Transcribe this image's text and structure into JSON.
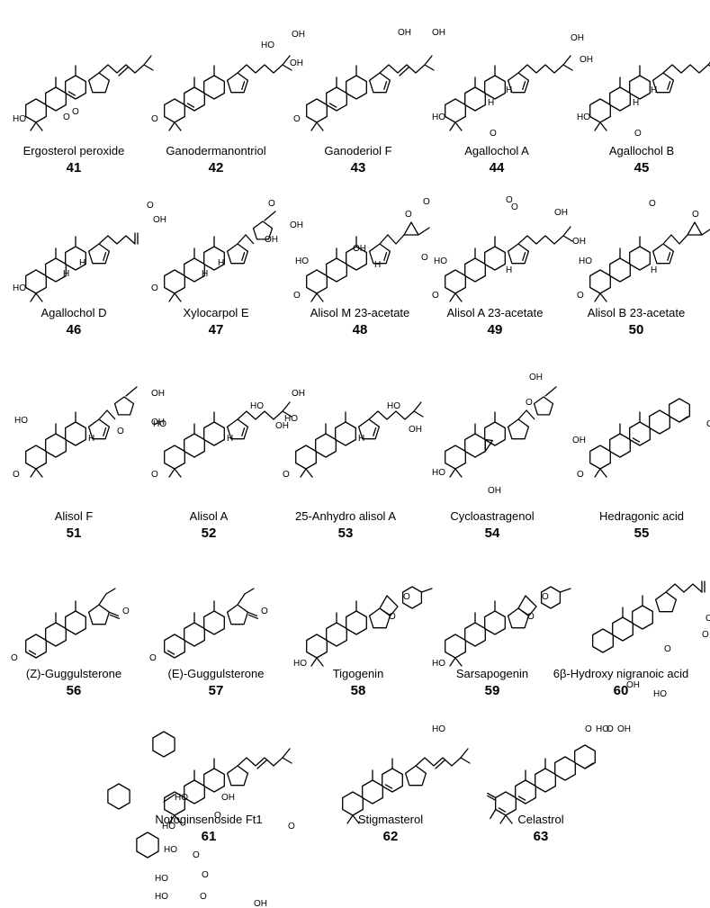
{
  "figure": {
    "compounds": [
      {
        "name": "Ergosterol peroxide",
        "number": "41",
        "substituents": [
          "HO",
          "O",
          "O"
        ]
      },
      {
        "name": "Ganodermanontriol",
        "number": "42",
        "substituents": [
          "O",
          "HO",
          "OH",
          "OH"
        ]
      },
      {
        "name": "Ganoderiol F",
        "number": "43",
        "substituents": [
          "O",
          "OH",
          "OH"
        ]
      },
      {
        "name": "Agallochol A",
        "number": "44",
        "substituents": [
          "HO",
          "O",
          "H",
          "H",
          "OH",
          "OH"
        ]
      },
      {
        "name": "Agallochol B",
        "number": "45",
        "substituents": [
          "HO",
          "O",
          "H",
          "H",
          "OH",
          "OH"
        ]
      },
      {
        "name": "Agallochol D",
        "number": "46",
        "substituents": [
          "HO",
          "H",
          "H",
          "O",
          "OH"
        ]
      },
      {
        "name": "Xylocarpol E",
        "number": "47",
        "substituents": [
          "O",
          "H",
          "H",
          "O",
          "OH",
          "OH"
        ]
      },
      {
        "name": "Alisol M 23-acetate",
        "number": "48",
        "substituents": [
          "O",
          "HO",
          "OH",
          "O",
          "O",
          "O",
          "H"
        ]
      },
      {
        "name": "Alisol A 23-acetate",
        "number": "49",
        "substituents": [
          "O",
          "HO",
          "H",
          "O",
          "O",
          "OH",
          "OH"
        ]
      },
      {
        "name": "Alisol B 23-acetate",
        "number": "50",
        "substituents": [
          "O",
          "HO",
          "H",
          "O",
          "O",
          "O"
        ]
      },
      {
        "name": "Alisol F",
        "number": "51",
        "substituents": [
          "O",
          "HO",
          "H",
          "O",
          "OH",
          "OH"
        ]
      },
      {
        "name": "Alisol A",
        "number": "52",
        "substituents": [
          "O",
          "HO",
          "H",
          "HO",
          "OH",
          "OH"
        ]
      },
      {
        "name": "25-Anhydro alisol A",
        "number": "53",
        "substituents": [
          "O",
          "HO",
          "H",
          "HO",
          "OH"
        ]
      },
      {
        "name": "Cycloastragenol",
        "number": "54",
        "substituents": [
          "HO",
          "OH",
          "OH",
          "O",
          "OH"
        ]
      },
      {
        "name": "Hedragonic acid",
        "number": "55",
        "substituents": [
          "O",
          "O",
          "OH"
        ]
      },
      {
        "name": "(Z)-Guggulsterone",
        "number": "56",
        "substituents": [
          "O",
          "O"
        ]
      },
      {
        "name": "(E)-Guggulsterone",
        "number": "57",
        "substituents": [
          "O",
          "O"
        ]
      },
      {
        "name": "Tigogenin",
        "number": "58",
        "substituents": [
          "HO",
          "O",
          "O"
        ]
      },
      {
        "name": "Sarsapogenin",
        "number": "59",
        "substituents": [
          "HO",
          "O",
          "O"
        ]
      },
      {
        "name": "6β-Hydroxy nigranoic acid",
        "number": "60",
        "substituents": [
          "O",
          "OH",
          "OH",
          "HO",
          "O"
        ]
      },
      {
        "name": "Notoginsenoside Ft1",
        "number": "61",
        "substituents": [
          "HO",
          "HO",
          "HO",
          "HO",
          "OH",
          "HO",
          "HO",
          "OH",
          "O",
          "O",
          "O",
          "O",
          "O",
          "HO",
          "OH",
          "OH"
        ]
      },
      {
        "name": "Stigmasterol",
        "number": "62",
        "substituents": [
          "HO"
        ]
      },
      {
        "name": "Celastrol",
        "number": "63",
        "substituents": [
          "O",
          "HO",
          "O",
          "OH"
        ]
      }
    ]
  }
}
